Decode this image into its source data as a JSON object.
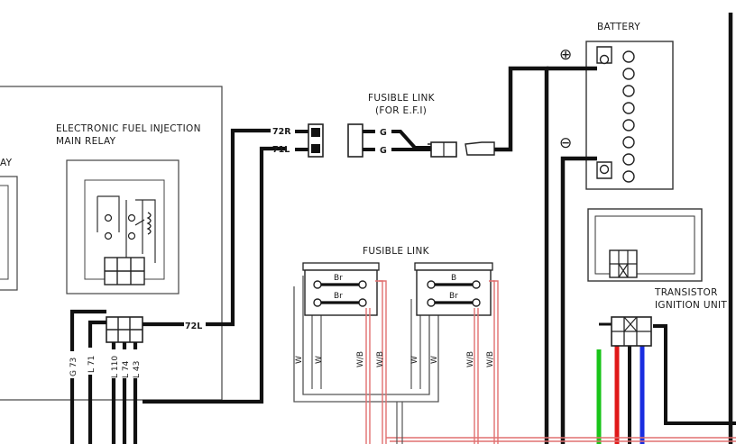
{
  "labels": {
    "battery": "BATTERY",
    "fusible_link_efi_line1": "FUSIBLE LINK",
    "fusible_link_efi_line2": "(FOR E.F.I)",
    "efi_relay_line1": "ELECTRONIC FUEL INJECTION",
    "efi_relay_line2": "MAIN RELAY",
    "relay_partial": "AY",
    "fusible_link_block": "FUSIBLE LINK",
    "transistor_line1": "TRANSISTOR",
    "transistor_line2": "IGNITION UNIT",
    "plus": "⊕",
    "minus": "⊖"
  },
  "wires": {
    "w72r": "72R",
    "w71l": "71L",
    "w72l": "72L",
    "g_top": "G",
    "g_bottom": "G",
    "g73": "G 73",
    "l71": "L 71",
    "l110": "L 110",
    "l74": "L 74",
    "l43": "L 43",
    "br1": "Br",
    "br2": "Br",
    "b3": "B",
    "br4": "Br",
    "w1": "W",
    "w2": "W",
    "wb1": "W/B",
    "wb2": "W/B",
    "w3": "W",
    "w4": "W",
    "wb3": "W/B",
    "wb4": "W/B"
  },
  "colors": {
    "wire_black": "#111111",
    "wire_green": "#19c419",
    "wire_red": "#e01818",
    "wire_blue": "#1a2ee0",
    "wire_pink": "#e07070",
    "outline": "#333333"
  }
}
